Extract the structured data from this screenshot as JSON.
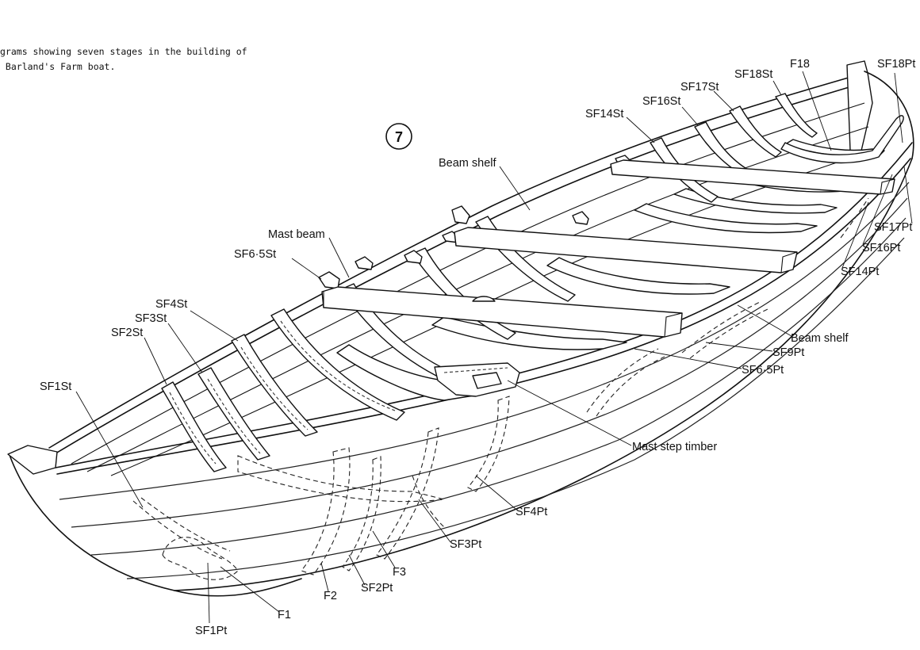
{
  "caption": {
    "line1": "grams showing seven stages in the building of",
    "line2": " Barland's Farm boat."
  },
  "stage_number": "7",
  "labels": {
    "beam_shelf_top": "Beam shelf",
    "mast_beam": "Mast beam",
    "sf6_5st": "SF6·5St",
    "sf4st": "SF4St",
    "sf3st": "SF3St",
    "sf2st": "SF2St",
    "sf1st": "SF1St",
    "sf14st": "SF14St",
    "sf16st": "SF16St",
    "sf17st": "SF17St",
    "sf18st": "SF18St",
    "f18": "F18",
    "sf18pt": "SF18Pt",
    "sf17pt": "SF17Pt",
    "sf16pt": "SF16Pt",
    "sf14pt": "SF14Pt",
    "beam_shelf_right": "Beam shelf",
    "sf9pt": "SF9Pt",
    "sf6_5pt": "SF6·5Pt",
    "mast_step_timber": "Mast step timber",
    "sf4pt": "SF4Pt",
    "sf3pt": "SF3Pt",
    "f3": "F3",
    "sf2pt": "SF2Pt",
    "f2": "F2",
    "f1": "F1",
    "sf1pt": "SF1Pt"
  }
}
